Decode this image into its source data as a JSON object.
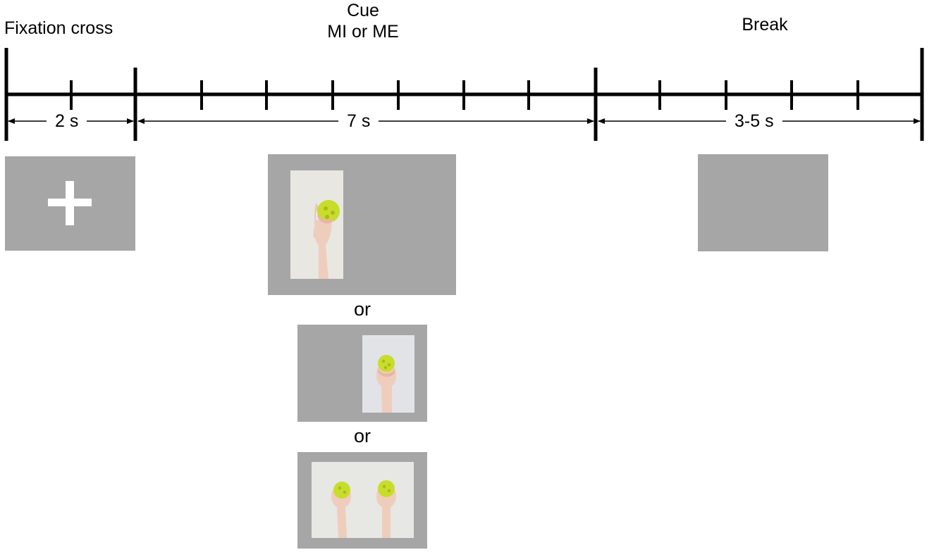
{
  "phases": {
    "fixation": {
      "label": "Fixation cross",
      "duration": "2 s"
    },
    "cue": {
      "label_line1": "Cue",
      "label_line2": "MI or ME",
      "duration": "7 s"
    },
    "break": {
      "label": "Break",
      "duration": "3-5 s"
    }
  },
  "separators": {
    "or_1": "or",
    "or_2": "or"
  },
  "colors": {
    "screen_gray": "#a6a6a6",
    "timeline": "#000000",
    "ball": "#c8dc2a",
    "cross": "#ffffff"
  },
  "stimuli": {
    "fixation_screen": "white-cross-on-gray",
    "cue_option_1": "left-hand-squeezing-ball",
    "cue_option_2": "right-hand-squeezing-ball",
    "cue_option_3": "both-hands-squeezing-balls",
    "break_screen": "blank-gray"
  }
}
